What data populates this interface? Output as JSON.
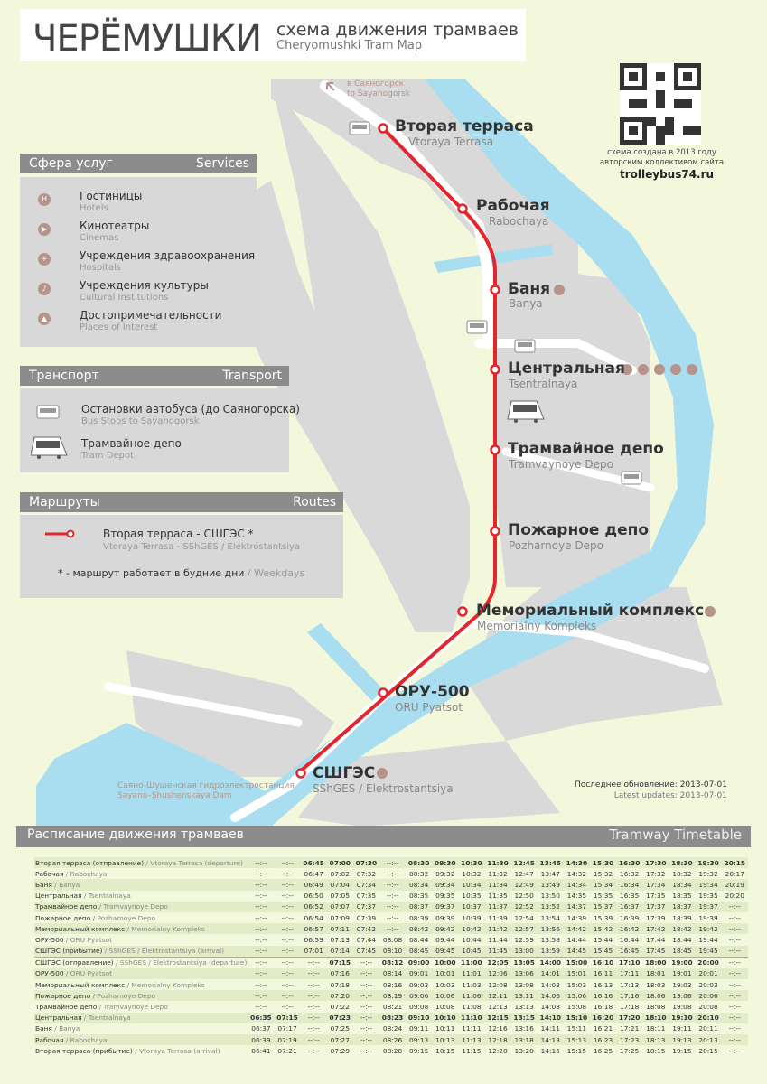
{
  "header": {
    "title": "ЧЕРЁМУШКИ",
    "subtitle_ru": "схема движения трамваев",
    "subtitle_en": "Cheryomushki Tram Map"
  },
  "direction_note": {
    "ru": "в Саяногорск",
    "en": "to Sayanogorsk"
  },
  "credit": {
    "line1": "схема создана в 2013 году",
    "line2": "авторским коллективом сайта",
    "site": "trolleybus74.ru"
  },
  "services": {
    "title_ru": "Сфера услуг",
    "title_en": "Services",
    "items": [
      {
        "ru": "Гостиницы",
        "en": "Hotels",
        "icon": "hotel-icon",
        "glyph": "H"
      },
      {
        "ru": "Кинотеатры",
        "en": "Cinemas",
        "icon": "cinema-icon",
        "glyph": "▶"
      },
      {
        "ru": "Учреждения здравоохранения",
        "en": "Hospitals",
        "icon": "hospital-icon",
        "glyph": "+"
      },
      {
        "ru": "Учреждения культуры",
        "en": "Cultural Institutions",
        "icon": "culture-icon",
        "glyph": "♪"
      },
      {
        "ru": "Достопримечательности",
        "en": "Places of Interest",
        "icon": "landmark-icon",
        "glyph": "▲"
      }
    ]
  },
  "transport": {
    "title_ru": "Транспорт",
    "title_en": "Transport",
    "items": [
      {
        "ru": "Остановки автобуса (до Саяногорска)",
        "en": "Bus Stops to Sayanogorsk",
        "icon": "bus-icon"
      },
      {
        "ru": "Трамвайное депо",
        "en": "Tram Depot",
        "icon": "tram-icon"
      }
    ]
  },
  "routes": {
    "title_ru": "Маршруты",
    "title_en": "Routes",
    "route_ru": "Вторая терраса - СШГЭС *",
    "route_en": "Vtoraya Terrasa - SShGES / Elektrostantsiya",
    "note_ru": "* - маршрут работает в будние дни",
    "note_sep": " / ",
    "note_en": "Weekdays",
    "color": "#e2262b"
  },
  "stations": [
    {
      "ru": "Вторая терраса",
      "en": "Vtoraya Terrasa"
    },
    {
      "ru": "Рабочая",
      "en": "Rabochaya"
    },
    {
      "ru": "Баня",
      "en": "Banya"
    },
    {
      "ru": "Центральная",
      "en": "Tsentralnaya"
    },
    {
      "ru": "Трамвайное депо",
      "en": "Tramvaynoye Depo"
    },
    {
      "ru": "Пожарное депо",
      "en": "Pozharnoye Depo"
    },
    {
      "ru": "Мемориальный комплекс",
      "en": "Memorialny Kompleks"
    },
    {
      "ru": "ОРУ-500",
      "en": "ORU Pyatsot"
    },
    {
      "ru": "СШГЭС",
      "en": "SShGES / Elektrostantsiya"
    }
  ],
  "dam_label": {
    "ru": "Саяно-Шушенская гидроэлектростанция",
    "en": "Sayano–Shushenskaya Dam"
  },
  "updated": {
    "ru": "Последнее обновление: 2013-07-01",
    "en": "Latest updates: 2013-07-01"
  },
  "colors": {
    "water": "#a8def0",
    "land": "#d9d9d9",
    "route": "#e2262b",
    "background": "#f3f8dd",
    "panel_head": "#8c8c8c"
  },
  "timetable": {
    "title_ru": "Расписание движения трамваев",
    "title_en": "Tramway Timetable",
    "rows": [
      {
        "ru": "Вторая терраса (отправление)",
        "en": "Vtoraya Terrasa (departure)",
        "times": [
          "--:--",
          "--:--",
          "06:45",
          "07:00",
          "07:30",
          "--:--",
          "08:30",
          "09:30",
          "10:30",
          "11:30",
          "12:45",
          "13:45",
          "14:30",
          "15:30",
          "16:30",
          "17:30",
          "18:30",
          "19:30",
          "20:15"
        ]
      },
      {
        "ru": "Рабочая",
        "en": "Rabochaya",
        "times": [
          "--:--",
          "--:--",
          "06:47",
          "07:02",
          "07:32",
          "--:--",
          "08:32",
          "09:32",
          "10:32",
          "11:32",
          "12:47",
          "13:47",
          "14:32",
          "15:32",
          "16:32",
          "17:32",
          "18:32",
          "19:32",
          "20:17"
        ]
      },
      {
        "ru": "Баня",
        "en": "Banya",
        "times": [
          "--:--",
          "--:--",
          "06:49",
          "07:04",
          "07:34",
          "--:--",
          "08:34",
          "09:34",
          "10:34",
          "11:34",
          "12:49",
          "13:49",
          "14:34",
          "15:34",
          "16:34",
          "17:34",
          "18:34",
          "19:34",
          "20:19"
        ]
      },
      {
        "ru": "Центральная",
        "en": "Tsentralnaya",
        "times": [
          "--:--",
          "--:--",
          "06:50",
          "07:05",
          "07:35",
          "--:--",
          "08:35",
          "09:35",
          "10:35",
          "11:35",
          "12:50",
          "13:50",
          "14:35",
          "15:35",
          "16:35",
          "17:35",
          "18:35",
          "19:35",
          "20:20"
        ]
      },
      {
        "ru": "Трамвайное депо",
        "en": "Tramvaynoye Depo",
        "times": [
          "--:--",
          "--:--",
          "06:52",
          "07:07",
          "07:37",
          "--:--",
          "08:37",
          "09:37",
          "10:37",
          "11:37",
          "12:52",
          "13:52",
          "14:37",
          "15:37",
          "16:37",
          "17:37",
          "18:37",
          "19:37",
          "--:--"
        ]
      },
      {
        "ru": "Пожарное депо",
        "en": "Pozharnoye Depo",
        "times": [
          "--:--",
          "--:--",
          "06:54",
          "07:09",
          "07:39",
          "--:--",
          "08:39",
          "09:39",
          "10:39",
          "11:39",
          "12:54",
          "13:54",
          "14:39",
          "15:39",
          "16:39",
          "17:39",
          "18:39",
          "19:39",
          "--:--"
        ]
      },
      {
        "ru": "Мемориальный комплекс",
        "en": "Memorialny Kompleks",
        "times": [
          "--:--",
          "--:--",
          "06:57",
          "07:11",
          "07:42",
          "--:--",
          "08:42",
          "09:42",
          "10:42",
          "11:42",
          "12:57",
          "13:56",
          "14:42",
          "15:42",
          "16:42",
          "17:42",
          "18:42",
          "19:42",
          "--:--"
        ]
      },
      {
        "ru": "ОРУ-500",
        "en": "ORU Pyatsot",
        "times": [
          "--:--",
          "--:--",
          "06:59",
          "07:13",
          "07:44",
          "08:08",
          "08:44",
          "09:44",
          "10:44",
          "11:44",
          "12:59",
          "13:58",
          "14:44",
          "15:44",
          "16:44",
          "17:44",
          "18:44",
          "19:44",
          "--:--"
        ]
      },
      {
        "ru": "СШГЭС (прибытие)",
        "en": "SShGES / Elektrostantsiya (arrival)",
        "times": [
          "--:--",
          "--:--",
          "07:01",
          "07:14",
          "07:45",
          "08:10",
          "08:45",
          "09:45",
          "10:45",
          "11:45",
          "13:00",
          "13:59",
          "14:45",
          "15:45",
          "16:45",
          "17:45",
          "18:45",
          "19:45",
          "--:--"
        ]
      },
      {
        "ru": "СШГЭС (отправление)",
        "en": "SShGES / Elektrostantsiya (departure)",
        "times": [
          "--:--",
          "--:--",
          "--:--",
          "07:15",
          "--:--",
          "08:12",
          "09:00",
          "10:00",
          "11:00",
          "12:05",
          "13:05",
          "14:00",
          "15:00",
          "16:10",
          "17:10",
          "18:00",
          "19:00",
          "20:00",
          "--:--"
        ]
      },
      {
        "ru": "ОРУ-500",
        "en": "ORU Pyatsot",
        "times": [
          "--:--",
          "--:--",
          "--:--",
          "07:16",
          "--:--",
          "08:14",
          "09:01",
          "10:01",
          "11:01",
          "12:06",
          "13:06",
          "14:01",
          "15:01",
          "16:11",
          "17:11",
          "18:01",
          "19:01",
          "20:01",
          "--:--"
        ]
      },
      {
        "ru": "Мемориальный комплекс",
        "en": "Memorialny Kompleks",
        "times": [
          "--:--",
          "--:--",
          "--:--",
          "07:18",
          "--:--",
          "08:16",
          "09:03",
          "10:03",
          "11:03",
          "12:08",
          "13:08",
          "14:03",
          "15:03",
          "16:13",
          "17:13",
          "18:03",
          "19:03",
          "20:03",
          "--:--"
        ]
      },
      {
        "ru": "Пожарное депо",
        "en": "Pozharnoye Depo",
        "times": [
          "--:--",
          "--:--",
          "--:--",
          "07:20",
          "--:--",
          "08:19",
          "09:06",
          "10:06",
          "11:06",
          "12:11",
          "13:11",
          "14:06",
          "15:06",
          "16:16",
          "17:16",
          "18:06",
          "19:06",
          "20:06",
          "--:--"
        ]
      },
      {
        "ru": "Трамвайное депо",
        "en": "Tramvaynoye Depo",
        "times": [
          "--:--",
          "--:--",
          "--:--",
          "07:22",
          "--:--",
          "08:21",
          "09:08",
          "10:08",
          "11:08",
          "12:13",
          "13:13",
          "14:08",
          "15:08",
          "16:18",
          "17:18",
          "18:08",
          "19:08",
          "20:08",
          "--:--"
        ]
      },
      {
        "ru": "Центральная",
        "en": "Tsentralnaya",
        "times": [
          "06:35",
          "07:15",
          "--:--",
          "07:23",
          "--:--",
          "08:23",
          "09:10",
          "10:10",
          "11:10",
          "12:15",
          "13:15",
          "14:10",
          "15:10",
          "16:20",
          "17:20",
          "18:10",
          "19:10",
          "20:10",
          "--:--"
        ]
      },
      {
        "ru": "Баня",
        "en": "Banya",
        "times": [
          "06:37",
          "07:17",
          "--:--",
          "07:25",
          "--:--",
          "08:24",
          "09:11",
          "10:11",
          "11:11",
          "12:16",
          "13:16",
          "14:11",
          "15:11",
          "16:21",
          "17:21",
          "18:11",
          "19:11",
          "20:11",
          "--:--"
        ]
      },
      {
        "ru": "Рабочая",
        "en": "Rabochaya",
        "times": [
          "06:39",
          "07:19",
          "--:--",
          "07:27",
          "--:--",
          "08:26",
          "09:13",
          "10:13",
          "11:13",
          "12:18",
          "13:18",
          "14:13",
          "15:13",
          "16:23",
          "17:23",
          "18:13",
          "19:13",
          "20:13",
          "--:--"
        ]
      },
      {
        "ru": "Вторая терраса (прибытие)",
        "en": "Vtoraya Terrasa (arrival)",
        "times": [
          "06:41",
          "07:21",
          "--:--",
          "07:29",
          "--:--",
          "08:28",
          "09:15",
          "10:15",
          "11:15",
          "12:20",
          "13:20",
          "14:15",
          "15:15",
          "16:25",
          "17:25",
          "18:15",
          "19:15",
          "20:15",
          "--:--"
        ]
      }
    ]
  }
}
